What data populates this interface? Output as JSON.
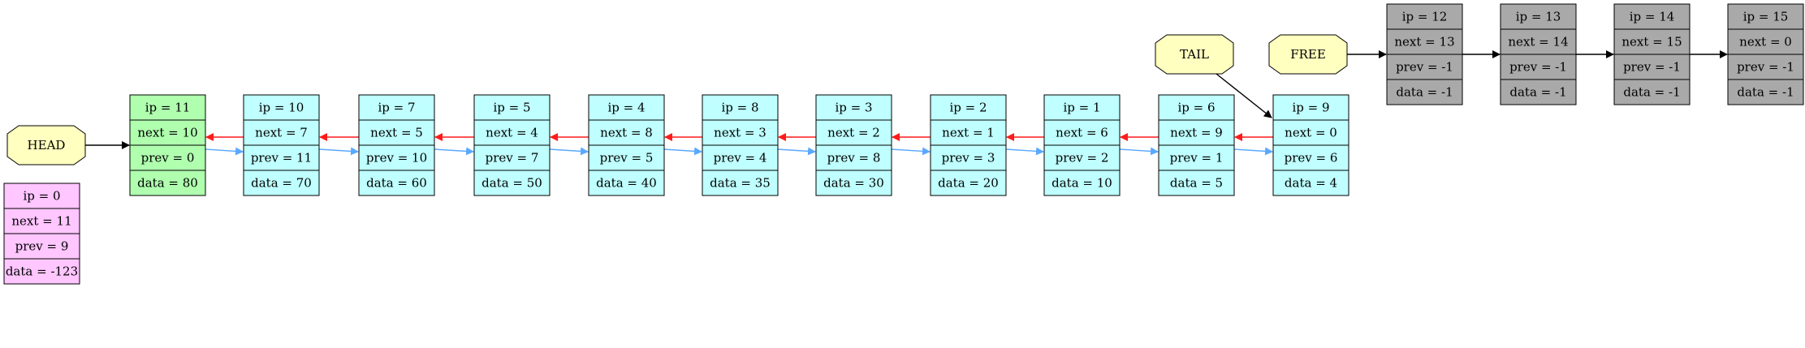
{
  "colors": {
    "head": "#afffaf",
    "list": "#bfffff",
    "free": "#a9a9a9",
    "zero": "#ffc6ff",
    "label": "#ffffbf",
    "next_arrow": "#4d4d4d",
    "prev_arrow": "#ff1a1a",
    "fwd_arrow": "#5aa9ff",
    "black_arrow": "#000000"
  },
  "labels": {
    "head": "HEAD",
    "tail": "TAIL",
    "free": "FREE"
  },
  "zero_node": {
    "id": "node-0",
    "ip": "ip = 0",
    "next": "next = 11",
    "prev": "prev = 9",
    "data": "data = -123"
  },
  "list_nodes": [
    {
      "id": "node-11",
      "ip": "ip = 11",
      "next": "next = 10",
      "prev": "prev = 0",
      "data": "data = 80",
      "kind": "head"
    },
    {
      "id": "node-10",
      "ip": "ip = 10",
      "next": "next = 7",
      "prev": "prev = 11",
      "data": "data = 70",
      "kind": "list"
    },
    {
      "id": "node-7",
      "ip": "ip = 7",
      "next": "next = 5",
      "prev": "prev = 10",
      "data": "data = 60",
      "kind": "list"
    },
    {
      "id": "node-5",
      "ip": "ip = 5",
      "next": "next = 4",
      "prev": "prev = 7",
      "data": "data = 50",
      "kind": "list"
    },
    {
      "id": "node-4",
      "ip": "ip = 4",
      "next": "next = 8",
      "prev": "prev = 5",
      "data": "data = 40",
      "kind": "list"
    },
    {
      "id": "node-8",
      "ip": "ip = 8",
      "next": "next = 3",
      "prev": "prev = 4",
      "data": "data = 35",
      "kind": "list"
    },
    {
      "id": "node-3",
      "ip": "ip = 3",
      "next": "next = 2",
      "prev": "prev = 8",
      "data": "data = 30",
      "kind": "list"
    },
    {
      "id": "node-2",
      "ip": "ip = 2",
      "next": "next = 1",
      "prev": "prev = 3",
      "data": "data = 20",
      "kind": "list"
    },
    {
      "id": "node-1",
      "ip": "ip = 1",
      "next": "next = 6",
      "prev": "prev = 2",
      "data": "data = 10",
      "kind": "list"
    },
    {
      "id": "node-6",
      "ip": "ip = 6",
      "next": "next = 9",
      "prev": "prev = 1",
      "data": "data = 5",
      "kind": "list"
    },
    {
      "id": "node-9",
      "ip": "ip = 9",
      "next": "next = 0",
      "prev": "prev = 6",
      "data": "data = 4",
      "kind": "list"
    }
  ],
  "free_nodes": [
    {
      "id": "node-12",
      "ip": "ip = 12",
      "next": "next = 13",
      "prev": "prev = -1",
      "data": "data = -1"
    },
    {
      "id": "node-13",
      "ip": "ip = 13",
      "next": "next = 14",
      "prev": "prev = -1",
      "data": "data = -1"
    },
    {
      "id": "node-14",
      "ip": "ip = 14",
      "next": "next = 15",
      "prev": "prev = -1",
      "data": "data = -1"
    },
    {
      "id": "node-15",
      "ip": "ip = 15",
      "next": "next = 0",
      "prev": "prev = -1",
      "data": "data = -1"
    }
  ]
}
